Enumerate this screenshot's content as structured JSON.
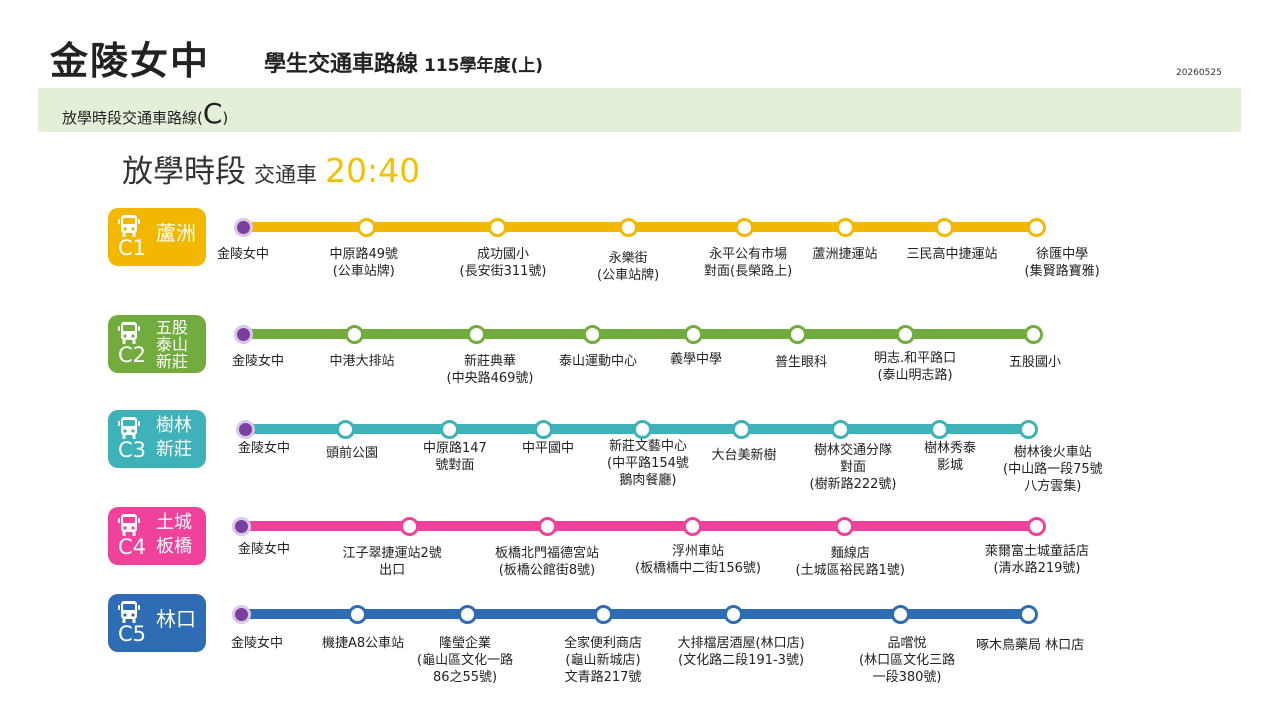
{
  "header": {
    "title": "金陵女中",
    "subtitle": "學生交通車路線",
    "year": "115學年度(上)",
    "date": "20260525"
  },
  "band": {
    "text": "放學時段交通車路線(",
    "letter": "C",
    "close": ")"
  },
  "section": {
    "title": "放學時段",
    "sub": "交通車",
    "time": "20:40"
  },
  "routes": [
    {
      "code": "C1",
      "dest": "蘆洲",
      "color": "#f2b800",
      "stops": [
        "金陵女中",
        "中原路49號\n(公車站牌)",
        "成功國小\n(長安街311號)",
        "永樂街\n(公車站牌)",
        "永平公有市場\n對面(長榮路上)",
        "蘆洲捷運站",
        "三民高中捷運站",
        "徐匯中學\n(集賢路寶雅)"
      ]
    },
    {
      "code": "C2",
      "dest": "五股\n泰山\n新莊",
      "color": "#72ac3f",
      "stops": [
        "金陵女中",
        "中港大排站",
        "新莊典華\n(中央路469號)",
        "泰山運動中心",
        "義學中學",
        "普生眼科",
        "明志.和平路口\n(泰山明志路)",
        "五股國小"
      ]
    },
    {
      "code": "C3",
      "dest": "樹林\n新莊",
      "color": "#3fb1b8",
      "stops": [
        "金陵女中",
        "頭前公園",
        "中原路147\n號對面",
        "中平國中",
        "新莊文藝中心\n(中平路154號\n鵝肉餐廳)",
        "大台美新樹",
        "樹林交通分隊\n對面\n(樹新路222號)",
        "樹林秀泰\n影城",
        "樹林後火車站\n(中山路一段75號\n八方雲集)"
      ]
    },
    {
      "code": "C4",
      "dest": "土城\n板橋",
      "color": "#f0429a",
      "stops": [
        "金陵女中",
        "江子翠捷運站2號\n出口",
        "板橋北門福德宮站\n(板橋公館街8號)",
        "浮州車站\n(板橋橋中二街156號)",
        "麵線店\n(土城區裕民路1號)",
        "萊爾富土城童話店\n(清水路219號)"
      ]
    },
    {
      "code": "C5",
      "dest": "林口",
      "color": "#2e6db4",
      "stops": [
        "金陵女中",
        "機捷A8公車站",
        "隆瑩企業\n(龜山區文化一路\n86之55號)",
        "全家便利商店\n(龜山新城店)\n文青路217號",
        "大排檔居酒屋(林口店)\n(文化路二段191-3號)",
        "品嚐悅\n(林口區文化三路\n一段380號)",
        "啄木鳥藥局 林口店"
      ]
    }
  ],
  "icons": {
    "bus": "bus-icon"
  }
}
